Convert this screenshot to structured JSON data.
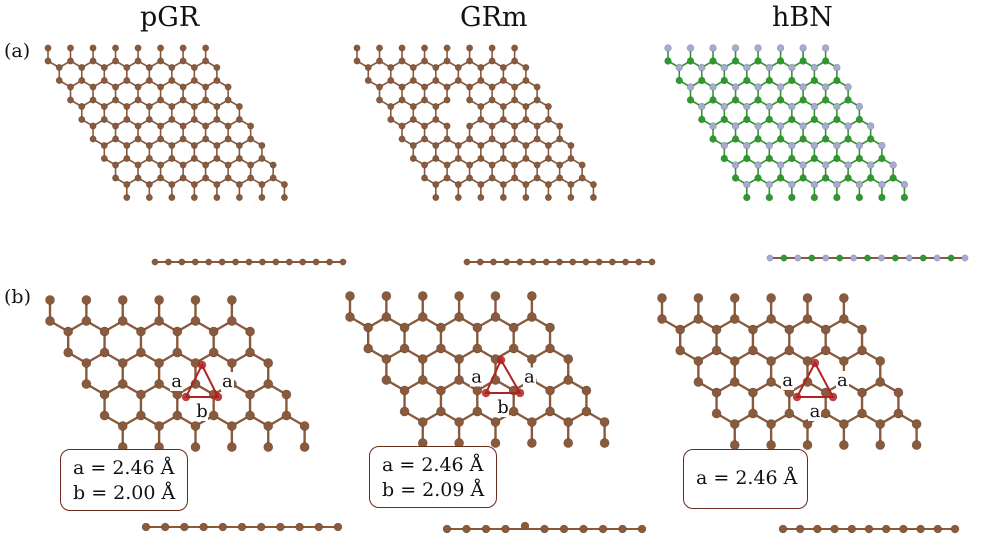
{
  "columns": [
    {
      "title": "pGR"
    },
    {
      "title": "GRm"
    },
    {
      "title": "hBN"
    }
  ],
  "rows": [
    {
      "label": "(a)"
    },
    {
      "label": "(b)"
    }
  ],
  "panels_b": [
    {
      "side_labels": [
        "a",
        "a",
        "b"
      ],
      "box_lines": [
        "a = 2.46 Å",
        "b = 2.00 Å"
      ]
    },
    {
      "side_labels": [
        "a",
        "a",
        "b"
      ],
      "box_lines": [
        "a = 2.46 Å",
        "b = 2.09 Å"
      ]
    },
    {
      "side_labels": [
        "a",
        "a",
        "a"
      ],
      "box_lines": [
        "a = 2.46 Å"
      ]
    }
  ],
  "colors": {
    "carbon": "#8a5a3c",
    "bond": "#8a5a3c",
    "boron": "#2e9a2e",
    "nitrogen": "#a8aad6",
    "triangle": "#b22222",
    "box_border": "#6b2a1a"
  }
}
